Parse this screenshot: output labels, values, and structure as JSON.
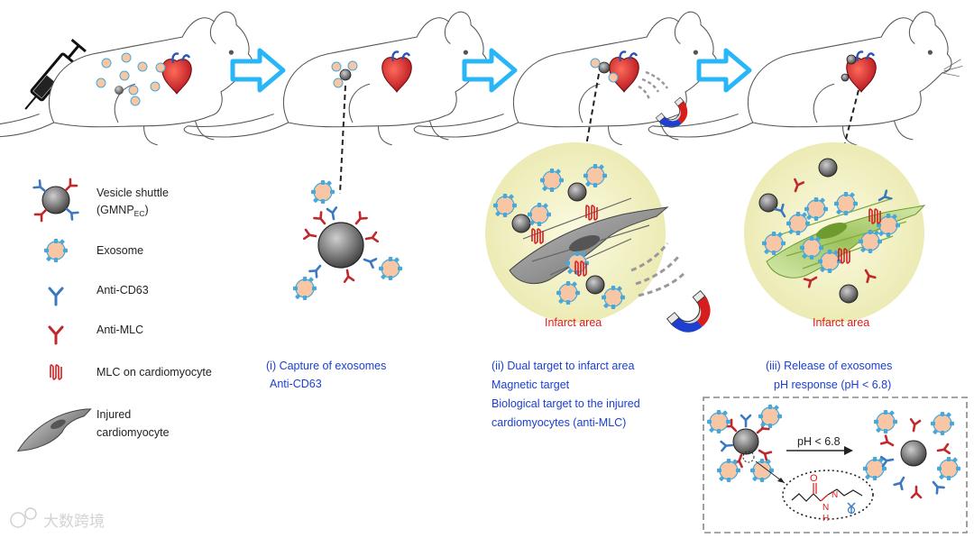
{
  "legend": {
    "vesicle_shuttle": "Vesicle shuttle",
    "gmnp_prefix": "(GMNP",
    "gmnp_sub": "EC",
    "gmnp_suffix": ")",
    "exosome": "Exosome",
    "anti_cd63": "Anti-CD63",
    "anti_mlc": "Anti-MLC",
    "mlc_on_cardio": "MLC on cardiomyocyte",
    "injured_1": "Injured",
    "injured_2": "cardiomyocyte"
  },
  "steps": {
    "step1_line1": "(i) Capture of exosomes",
    "step1_line2": "Anti-CD63",
    "step2_line1": "(ii) Dual target to infarct area",
    "step2_line2": "Magnetic target",
    "step2_line3": "Biological target to the injured",
    "step2_line4": "cardiomyocytes (anti-MLC)",
    "step3_line1": "(iii) Release of exosomes",
    "step3_line2": "pH response (pH < 6.8)"
  },
  "infarct_label": "Infarct area",
  "ph_label": "pH < 6.8",
  "chem": {
    "o": "O",
    "n": "N",
    "n2": "N",
    "h": "H"
  },
  "watermark": "大数跨境",
  "colors": {
    "arrow": "#29b6f6",
    "anti_cd63": "#3a78c2",
    "anti_mlc": "#c0282c",
    "exosome_fill": "#f7c7a5",
    "exosome_ring": "#4aa8d8",
    "infarct_glow": "#f4f1c4",
    "label_blue": "#1a3fd0",
    "label_red": "#e01b1b"
  }
}
